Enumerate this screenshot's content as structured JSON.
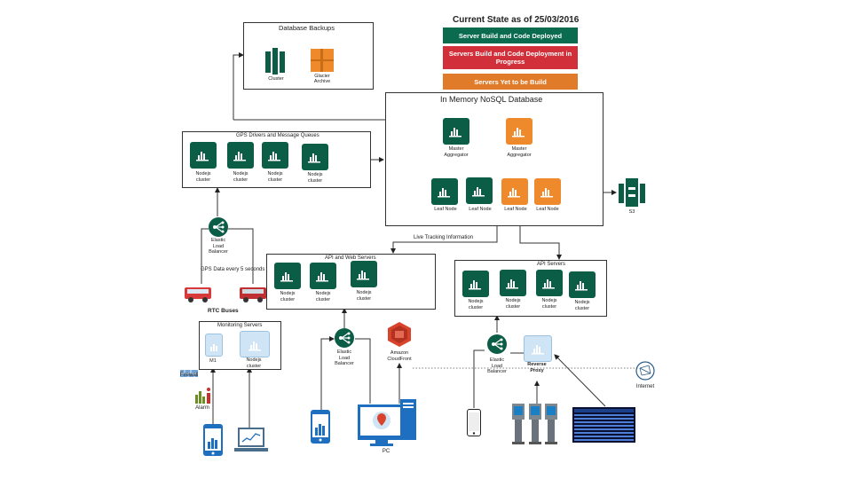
{
  "legend": {
    "title": "Current State as of 25/03/2016",
    "items": [
      {
        "label": "Server Build and Code Deployed",
        "color": "#0b6b4e"
      },
      {
        "label": "Servers Build and Code Deployment in Progress",
        "color": "#d1303a"
      },
      {
        "label": "Servers Yet to be Build",
        "color": "#e07b2a"
      }
    ]
  },
  "backups": {
    "title": "Database Backups",
    "cluster_label": "Cluster",
    "glacier_label": "Glacier",
    "archive_label": "Archive"
  },
  "nosql": {
    "title": "In Memory NoSQL Database",
    "master1": "Master\nAggregator",
    "master2": "Master\nAggregator",
    "leaf": [
      "Leaf Node",
      "Leaf Node",
      "Leaf Node",
      "Leaf Node"
    ]
  },
  "s3_label": "S3",
  "gps": {
    "title": "GPS Drivers and Message Queues",
    "nodes": [
      "Nodejs\ncluster",
      "Nodejs\ncluster",
      "Nodejs\ncluster",
      "Nodejs\ncluster"
    ]
  },
  "elb1": "Elastic\nLoad\nBalancer",
  "gps_note": "GPS Data every 5 seconds",
  "buses_label": "RTC Buses",
  "live_tracking": "Live Tracking Information",
  "api_web": {
    "title": "API and Web Servers",
    "nodes": [
      "Nodejs\ncluster",
      "Nodejs\ncluster",
      "Nodejs\ncluster"
    ]
  },
  "api": {
    "title": "API Servers",
    "nodes": [
      "Nodejs\ncluster",
      "Nodejs\ncluster",
      "Nodejs\ncluster",
      "Nodejs\ncluster"
    ]
  },
  "monitoring": {
    "title": "Monitoring Servers",
    "m1": "M1",
    "node": "Nodejs\ncluster"
  },
  "firewall": "Firewall",
  "alarm": "Alarm",
  "elb2": "Elastic\nLoad\nBalancer",
  "cloudfront": "Amazon\nCloudFront",
  "pc_label": "PC",
  "elb3": "Elastic\nLoad\nBalancer",
  "reverse_proxy": "Reverse\nProxy",
  "internet": "Internet"
}
